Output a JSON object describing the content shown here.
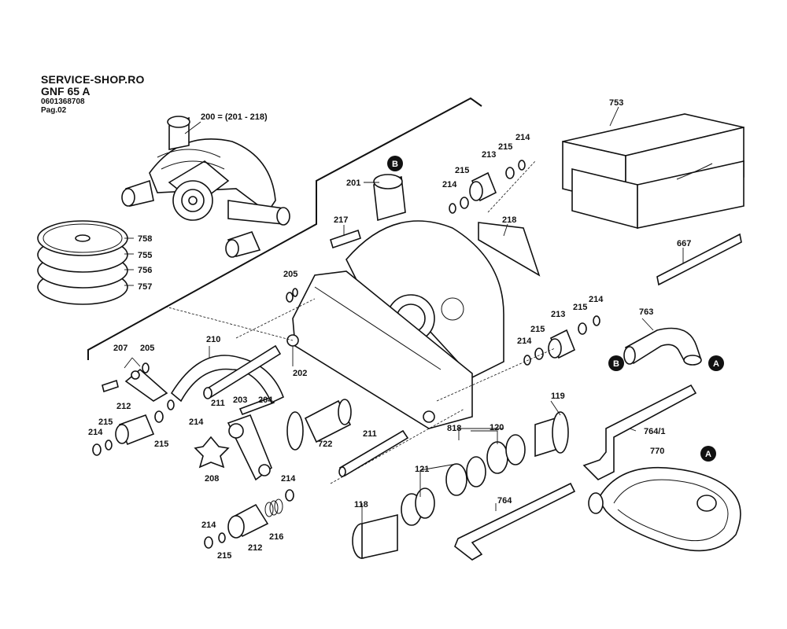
{
  "header": {
    "shop": "SERVICE-SHOP.RO",
    "model": "GNF 65 A",
    "part_number": "0601368708",
    "page": "Pag.02"
  },
  "callouts": [
    {
      "id": "c-200",
      "text": "200 = (201 - 218)"
    },
    {
      "id": "c-201",
      "text": "201"
    },
    {
      "id": "c-202",
      "text": "202"
    },
    {
      "id": "c-203",
      "text": "203"
    },
    {
      "id": "c-204",
      "text": "204"
    },
    {
      "id": "c-205a",
      "text": "205"
    },
    {
      "id": "c-205b",
      "text": "205"
    },
    {
      "id": "c-207",
      "text": "207"
    },
    {
      "id": "c-208",
      "text": "208"
    },
    {
      "id": "c-210",
      "text": "210"
    },
    {
      "id": "c-211a",
      "text": "211"
    },
    {
      "id": "c-211b",
      "text": "211"
    },
    {
      "id": "c-212a",
      "text": "212"
    },
    {
      "id": "c-212b",
      "text": "212"
    },
    {
      "id": "c-213a",
      "text": "213"
    },
    {
      "id": "c-213b",
      "text": "213"
    },
    {
      "id": "c-214a",
      "text": "214"
    },
    {
      "id": "c-214b",
      "text": "214"
    },
    {
      "id": "c-214c",
      "text": "214"
    },
    {
      "id": "c-214d",
      "text": "214"
    },
    {
      "id": "c-214e",
      "text": "214"
    },
    {
      "id": "c-214f",
      "text": "214"
    },
    {
      "id": "c-214g",
      "text": "214"
    },
    {
      "id": "c-214h",
      "text": "214"
    },
    {
      "id": "c-215a",
      "text": "215"
    },
    {
      "id": "c-215b",
      "text": "215"
    },
    {
      "id": "c-215c",
      "text": "215"
    },
    {
      "id": "c-215d",
      "text": "215"
    },
    {
      "id": "c-215e",
      "text": "215"
    },
    {
      "id": "c-215f",
      "text": "215"
    },
    {
      "id": "c-215g",
      "text": "215"
    },
    {
      "id": "c-216",
      "text": "216"
    },
    {
      "id": "c-217",
      "text": "217"
    },
    {
      "id": "c-218",
      "text": "218"
    },
    {
      "id": "c-722",
      "text": "722"
    },
    {
      "id": "c-753",
      "text": "753"
    },
    {
      "id": "c-755",
      "text": "755"
    },
    {
      "id": "c-756",
      "text": "756"
    },
    {
      "id": "c-757",
      "text": "757"
    },
    {
      "id": "c-758",
      "text": "758"
    },
    {
      "id": "c-763",
      "text": "763"
    },
    {
      "id": "c-764",
      "text": "764"
    },
    {
      "id": "c-7641",
      "text": "764/1"
    },
    {
      "id": "c-770",
      "text": "770"
    },
    {
      "id": "c-667",
      "text": "667"
    },
    {
      "id": "c-818",
      "text": "818"
    },
    {
      "id": "c-118",
      "text": "118"
    },
    {
      "id": "c-119",
      "text": "119"
    },
    {
      "id": "c-120",
      "text": "120"
    },
    {
      "id": "c-121",
      "text": "121"
    }
  ],
  "markers": [
    {
      "id": "m-b1",
      "text": "B"
    },
    {
      "id": "m-b2",
      "text": "B"
    },
    {
      "id": "m-a1",
      "text": "A"
    },
    {
      "id": "m-a2",
      "text": "A"
    }
  ]
}
